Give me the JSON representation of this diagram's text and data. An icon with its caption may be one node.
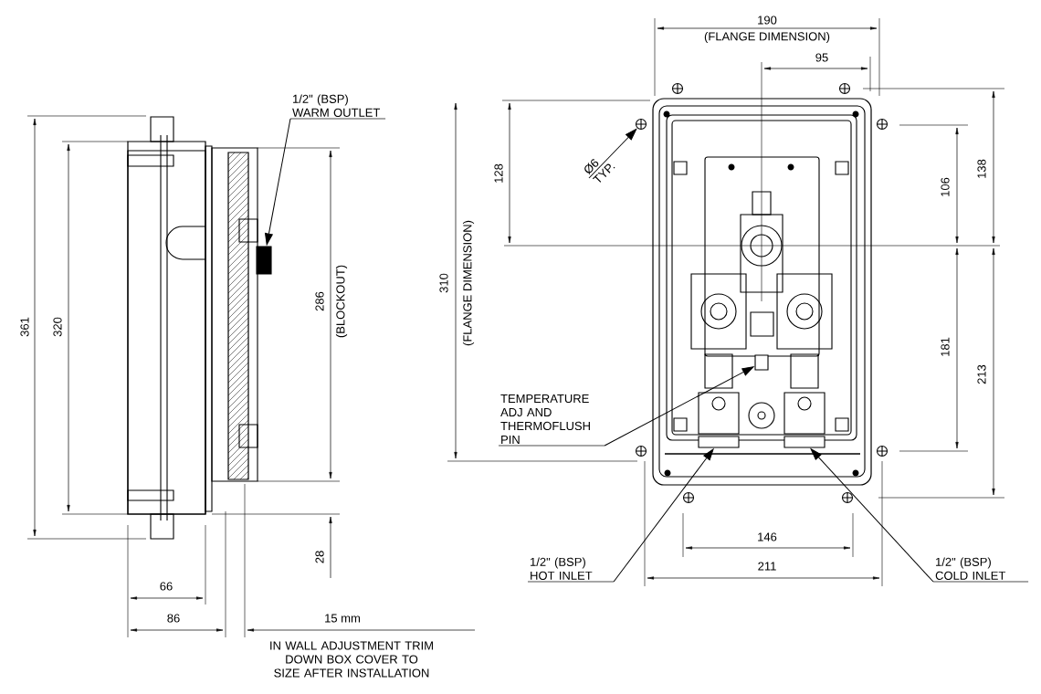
{
  "diagram": {
    "nodes": [
      {
        "text": [
          "1/2\" (BSP) WARM OUTLET"
        ]
      },
      {
        "text": [
          "TEMPERATURE ADJ AND THERMOFLUSH PIN"
        ]
      },
      {
        "text": [
          "1/2\" (BSP) HOT INLET"
        ]
      },
      {
        "text": [
          "1/2\" (BSP) COLD INLET"
        ]
      },
      {
        "text": [
          "Ø6 TYP."
        ]
      },
      {
        "text": [],
        "shape": "box"
      },
      {
        "text": [],
        "shape": "box"
      },
      {
        "text": [],
        "shape": "box"
      },
      {
        "text": [],
        "shape": "box"
      },
      {
        "text": [],
        "shape": "circle"
      }
    ],
    "edges": [
      {
        "from": 0,
        "to": 5,
        "arrow": "to"
      },
      {
        "from": 1,
        "to": 6,
        "arrow": "to"
      },
      {
        "from": 2,
        "to": 7,
        "arrow": "to"
      },
      {
        "from": 3,
        "to": 8,
        "arrow": "to"
      },
      {
        "from": 4,
        "to": 9,
        "arrow": "to"
      }
    ],
    "labels": [
      "190",
      "(FLANGE DIMENSION)",
      "95",
      "361",
      "320",
      "128",
      "138",
      "106",
      "286",
      "(BLOCKOUT)",
      "310",
      "(FLANGE DIMENSION)",
      "181",
      "213",
      "28",
      "146",
      "211",
      "66",
      "86",
      "15 mm",
      "IN WALL ADJUSTMENT TRIM DOWN BOX COVER TO SIZE AFTER INSTALLATION"
    ]
  }
}
